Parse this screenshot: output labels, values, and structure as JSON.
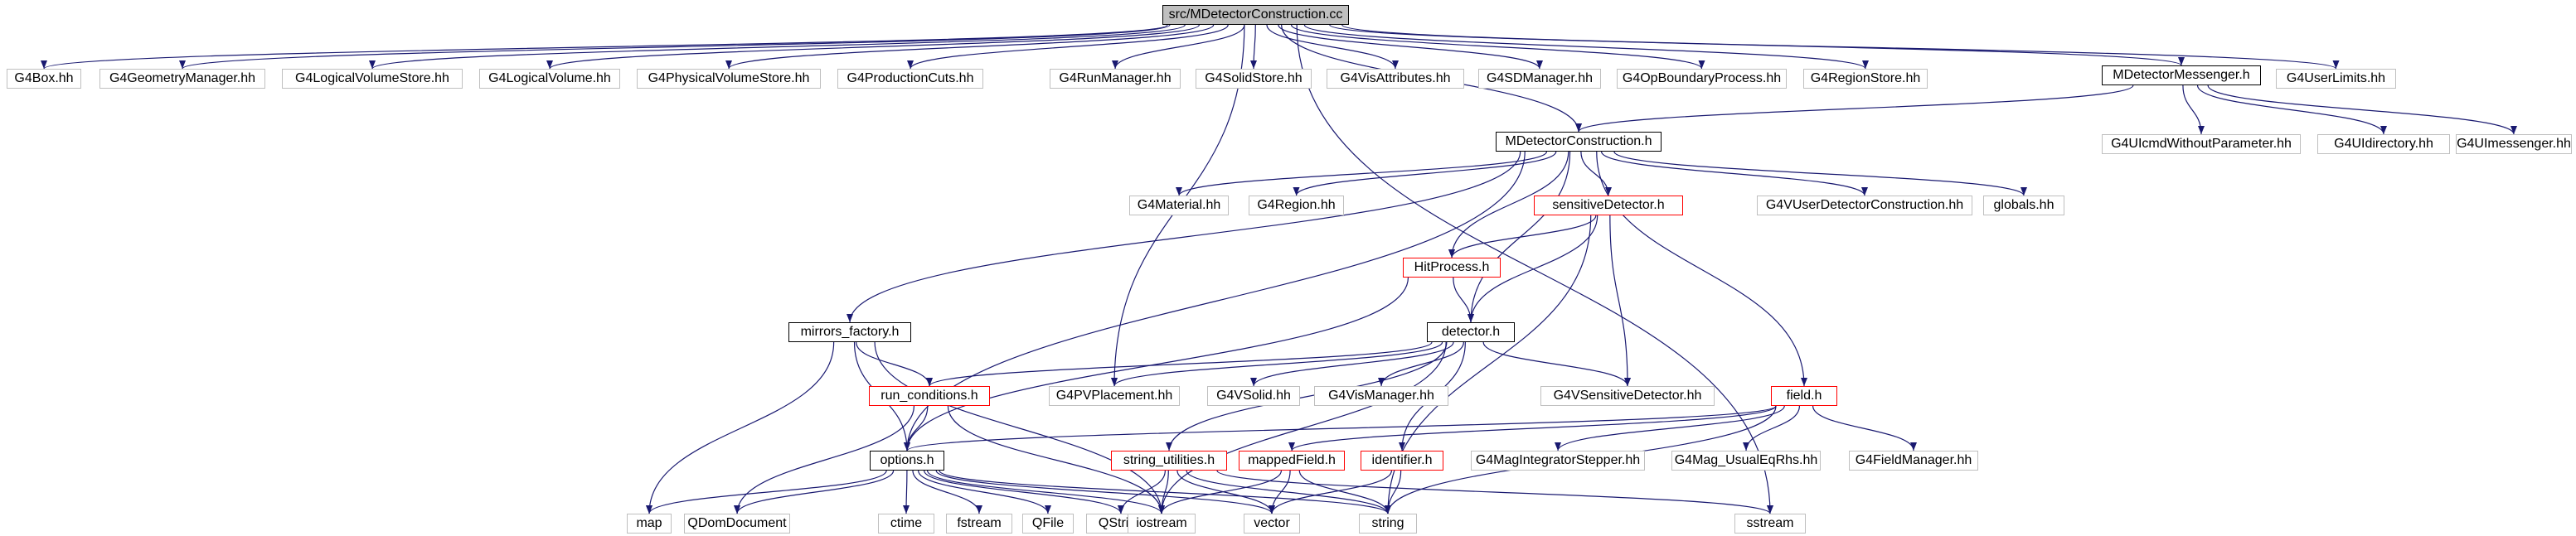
{
  "graph": {
    "nodes": [
      {
        "id": "src",
        "label": "src/MDetectorConstruction.cc",
        "kind": "main"
      },
      {
        "id": "g4box",
        "label": "G4Box.hh",
        "kind": "ext"
      },
      {
        "id": "g4geom",
        "label": "G4GeometryManager.hh",
        "kind": "ext"
      },
      {
        "id": "g4lvs",
        "label": "G4LogicalVolumeStore.hh",
        "kind": "ext"
      },
      {
        "id": "g4lv",
        "label": "G4LogicalVolume.hh",
        "kind": "ext"
      },
      {
        "id": "g4pvs",
        "label": "G4PhysicalVolumeStore.hh",
        "kind": "ext"
      },
      {
        "id": "g4pc",
        "label": "G4ProductionCuts.hh",
        "kind": "ext"
      },
      {
        "id": "g4rm",
        "label": "G4RunManager.hh",
        "kind": "ext"
      },
      {
        "id": "g4ss",
        "label": "G4SolidStore.hh",
        "kind": "ext"
      },
      {
        "id": "g4va",
        "label": "G4VisAttributes.hh",
        "kind": "ext"
      },
      {
        "id": "g4sdm",
        "label": "G4SDManager.hh",
        "kind": "ext"
      },
      {
        "id": "g4obp",
        "label": "G4OpBoundaryProcess.hh",
        "kind": "ext"
      },
      {
        "id": "g4rs",
        "label": "G4RegionStore.hh",
        "kind": "ext"
      },
      {
        "id": "messenger",
        "label": "MDetectorMessenger.h",
        "kind": "doc"
      },
      {
        "id": "g4ul",
        "label": "G4UserLimits.hh",
        "kind": "ext"
      },
      {
        "id": "g4uicmd",
        "label": "G4UIcmdWithoutParameter.hh",
        "kind": "ext"
      },
      {
        "id": "g4uidir",
        "label": "G4UIdirectory.hh",
        "kind": "ext"
      },
      {
        "id": "g4uimsg",
        "label": "G4UImessenger.hh",
        "kind": "ext"
      },
      {
        "id": "mdch",
        "label": "MDetectorConstruction.h",
        "kind": "doc"
      },
      {
        "id": "g4mat",
        "label": "G4Material.hh",
        "kind": "ext"
      },
      {
        "id": "g4reg",
        "label": "G4Region.hh",
        "kind": "ext"
      },
      {
        "id": "sens",
        "label": "sensitiveDetector.h",
        "kind": "red"
      },
      {
        "id": "g4vudc",
        "label": "G4VUserDetectorConstruction.hh",
        "kind": "ext"
      },
      {
        "id": "globals",
        "label": "globals.hh",
        "kind": "ext"
      },
      {
        "id": "hit",
        "label": "HitProcess.h",
        "kind": "red"
      },
      {
        "id": "mirrors",
        "label": "mirrors_factory.h",
        "kind": "doc"
      },
      {
        "id": "detector",
        "label": "detector.h",
        "kind": "doc"
      },
      {
        "id": "runcond",
        "label": "run_conditions.h",
        "kind": "red"
      },
      {
        "id": "g4pvp",
        "label": "G4PVPlacement.hh",
        "kind": "ext"
      },
      {
        "id": "g4vsolid",
        "label": "G4VSolid.hh",
        "kind": "ext"
      },
      {
        "id": "g4vism",
        "label": "G4VisManager.hh",
        "kind": "ext"
      },
      {
        "id": "g4vsd",
        "label": "G4VSensitiveDetector.hh",
        "kind": "ext"
      },
      {
        "id": "field",
        "label": "field.h",
        "kind": "red"
      },
      {
        "id": "options",
        "label": "options.h",
        "kind": "doc"
      },
      {
        "id": "strutil",
        "label": "string_utilities.h",
        "kind": "red"
      },
      {
        "id": "mapped",
        "label": "mappedField.h",
        "kind": "red"
      },
      {
        "id": "ident",
        "label": "identifier.h",
        "kind": "red"
      },
      {
        "id": "g4mis",
        "label": "G4MagIntegratorStepper.hh",
        "kind": "ext"
      },
      {
        "id": "g4mag",
        "label": "G4Mag_UsualEqRhs.hh",
        "kind": "ext"
      },
      {
        "id": "g4fm",
        "label": "G4FieldManager.hh",
        "kind": "ext"
      },
      {
        "id": "map",
        "label": "map",
        "kind": "ext"
      },
      {
        "id": "qdom",
        "label": "QDomDocument",
        "kind": "ext"
      },
      {
        "id": "ctime",
        "label": "ctime",
        "kind": "ext"
      },
      {
        "id": "fstream",
        "label": "fstream",
        "kind": "ext"
      },
      {
        "id": "qfile",
        "label": "QFile",
        "kind": "ext"
      },
      {
        "id": "qstring",
        "label": "QString",
        "kind": "ext"
      },
      {
        "id": "iostream",
        "label": "iostream",
        "kind": "ext"
      },
      {
        "id": "vector",
        "label": "vector",
        "kind": "ext"
      },
      {
        "id": "string",
        "label": "string",
        "kind": "ext"
      },
      {
        "id": "sstream",
        "label": "sstream",
        "kind": "ext"
      }
    ],
    "edges": [
      [
        "src",
        "g4box"
      ],
      [
        "src",
        "g4geom"
      ],
      [
        "src",
        "g4lvs"
      ],
      [
        "src",
        "g4lv"
      ],
      [
        "src",
        "g4pvs"
      ],
      [
        "src",
        "g4pc"
      ],
      [
        "src",
        "g4rm"
      ],
      [
        "src",
        "g4ss"
      ],
      [
        "src",
        "g4va"
      ],
      [
        "src",
        "g4sdm"
      ],
      [
        "src",
        "g4obp"
      ],
      [
        "src",
        "g4rs"
      ],
      [
        "src",
        "messenger"
      ],
      [
        "src",
        "g4ul"
      ],
      [
        "src",
        "mdch"
      ],
      [
        "src",
        "g4pvp"
      ],
      [
        "src",
        "sstream"
      ],
      [
        "messenger",
        "mdch"
      ],
      [
        "messenger",
        "g4uicmd"
      ],
      [
        "messenger",
        "g4uidir"
      ],
      [
        "messenger",
        "g4uimsg"
      ],
      [
        "mdch",
        "g4mat"
      ],
      [
        "mdch",
        "g4reg"
      ],
      [
        "mdch",
        "sens"
      ],
      [
        "mdch",
        "g4vudc"
      ],
      [
        "mdch",
        "globals"
      ],
      [
        "mdch",
        "hit"
      ],
      [
        "mdch",
        "mirrors"
      ],
      [
        "mdch",
        "detector"
      ],
      [
        "mdch",
        "field"
      ],
      [
        "mdch",
        "options"
      ],
      [
        "sens",
        "hit"
      ],
      [
        "sens",
        "detector"
      ],
      [
        "sens",
        "g4vsd"
      ],
      [
        "sens",
        "string"
      ],
      [
        "sens",
        "identifier_proxy"
      ],
      [
        "hit",
        "detector"
      ],
      [
        "hit",
        "options"
      ],
      [
        "mirrors",
        "runcond"
      ],
      [
        "mirrors",
        "options"
      ],
      [
        "mirrors",
        "map"
      ],
      [
        "mirrors",
        "iostream"
      ],
      [
        "detector",
        "runcond"
      ],
      [
        "detector",
        "g4pvp"
      ],
      [
        "detector",
        "g4vsolid"
      ],
      [
        "detector",
        "g4vism"
      ],
      [
        "detector",
        "g4vsd"
      ],
      [
        "detector",
        "ident"
      ],
      [
        "detector",
        "iostream"
      ],
      [
        "detector",
        "strutil"
      ],
      [
        "runcond",
        "options"
      ],
      [
        "runcond",
        "qdom"
      ],
      [
        "runcond",
        "iostream"
      ],
      [
        "field",
        "options"
      ],
      [
        "field",
        "mapped"
      ],
      [
        "field",
        "g4mis"
      ],
      [
        "field",
        "g4mag"
      ],
      [
        "field",
        "g4fm"
      ],
      [
        "field",
        "string"
      ],
      [
        "options",
        "map"
      ],
      [
        "options",
        "qdom"
      ],
      [
        "options",
        "ctime"
      ],
      [
        "options",
        "fstream"
      ],
      [
        "options",
        "qfile"
      ],
      [
        "options",
        "qstring"
      ],
      [
        "options",
        "iostream"
      ],
      [
        "options",
        "vector"
      ],
      [
        "options",
        "string"
      ],
      [
        "strutil",
        "qstring"
      ],
      [
        "strutil",
        "iostream"
      ],
      [
        "strutil",
        "vector"
      ],
      [
        "strutil",
        "string"
      ],
      [
        "strutil",
        "sstream"
      ],
      [
        "mapped",
        "iostream"
      ],
      [
        "mapped",
        "vector"
      ],
      [
        "mapped",
        "string"
      ],
      [
        "ident",
        "vector"
      ],
      [
        "ident",
        "string"
      ]
    ]
  }
}
